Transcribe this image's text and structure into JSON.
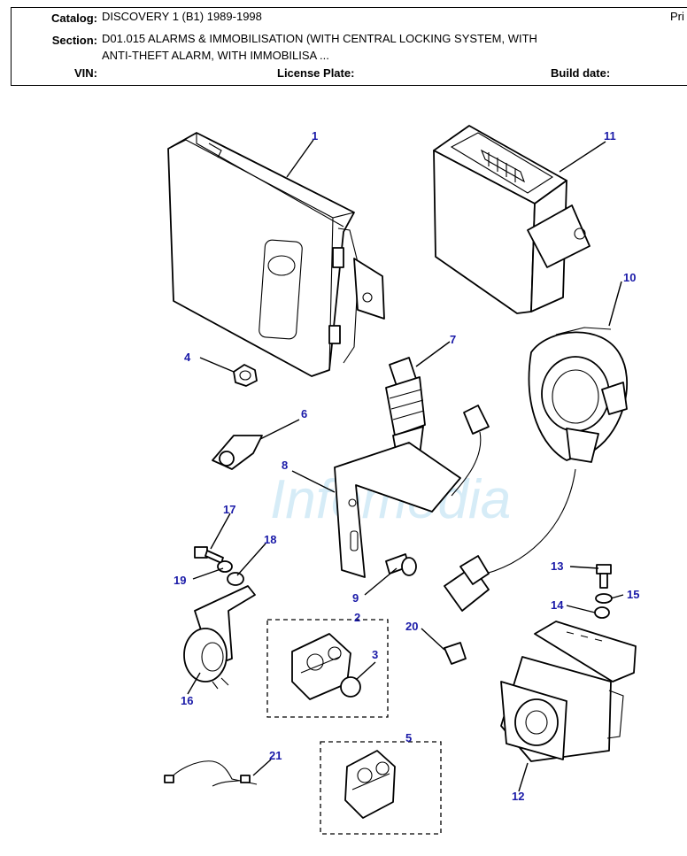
{
  "header": {
    "catalog_label": "Catalog:",
    "catalog_value": "DISCOVERY 1 (B1) 1989-1998",
    "print_label": "Pri",
    "section_label": "Section:",
    "section_value_line1": "D01.015 ALARMS & IMMOBILISATION (WITH CENTRAL LOCKING SYSTEM, WITH",
    "section_value_line2": "ANTI-THEFT ALARM, WITH IMMOBILISA ...",
    "vin_label": "VIN:",
    "license_label": "License Plate:",
    "build_label": "Build date:"
  },
  "diagram": {
    "watermark": "Infomedia",
    "callouts": {
      "c1": "1",
      "c2": "2",
      "c3": "3",
      "c4": "4",
      "c5": "5",
      "c6": "6",
      "c7": "7",
      "c8": "8",
      "c9": "9",
      "c10": "10",
      "c11": "11",
      "c12": "12",
      "c13": "13",
      "c14": "14",
      "c15": "15",
      "c16": "16",
      "c17": "17",
      "c18": "18",
      "c19": "19",
      "c20": "20",
      "c21": "21"
    }
  }
}
